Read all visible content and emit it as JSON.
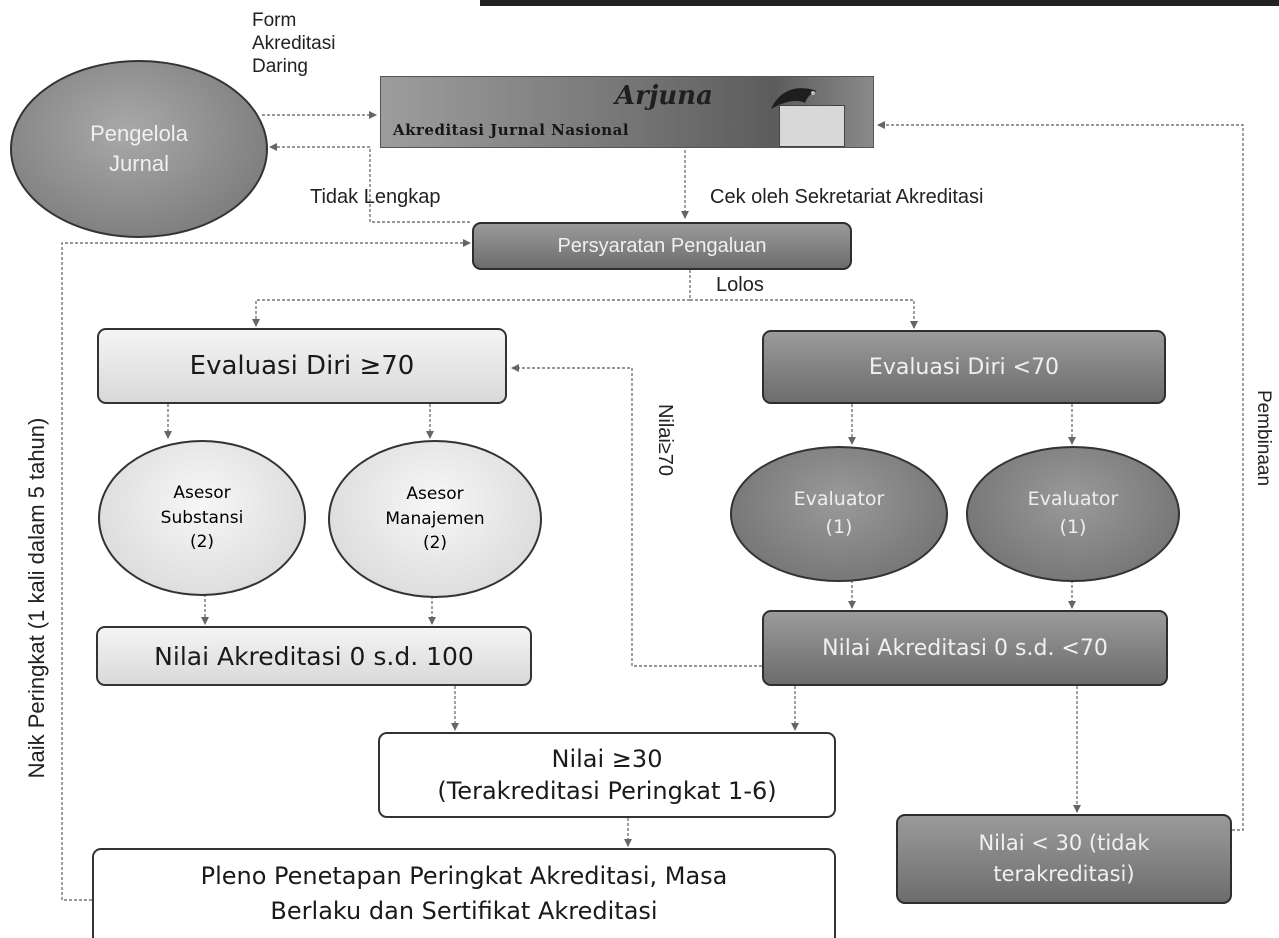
{
  "logo": {
    "title": "Arjuna",
    "subtitle": "Akreditasi Jurnal Nasional"
  },
  "nodes": {
    "pengelola": "Pengelola\nJurnal",
    "persyaratan": "Persyaratan Pengaluan",
    "evaluasi_high": "Evaluasi Diri ≥70",
    "evaluasi_low": "Evaluasi Diri <70",
    "asesor_substansi": "Asesor\nSubstansi\n(2)",
    "asesor_manajemen": "Asesor\nManajemen\n(2)",
    "evaluator_1": "Evaluator\n(1)",
    "evaluator_2": "Evaluator\n(1)",
    "nilai_akreditasi_100": "Nilai Akreditasi 0 s.d. 100",
    "nilai_akreditasi_70": "Nilai Akreditasi 0 s.d. <70",
    "nilai_30_title": "Nilai ≥30",
    "nilai_30_sub": "(Terakreditasi Peringkat 1-6)",
    "nilai_lt30": "Nilai < 30 (tidak\nterakreditasi)",
    "pleno": "Pleno Penetapan Peringkat Akreditasi, Masa\nBerlaku dan Sertifikat Akreditasi"
  },
  "labels": {
    "form": "Form\nAkreditasi\nDaring",
    "tidak_lengkap": "Tidak Lengkap",
    "cek": "Cek oleh Sekretariat Akreditasi",
    "lolos": "Lolos",
    "nilai_70": "Nilai≥70",
    "naik": "Naik Peringkat (1 kali dalam 5 tahun)",
    "pembinaan": "Pembinaan"
  }
}
